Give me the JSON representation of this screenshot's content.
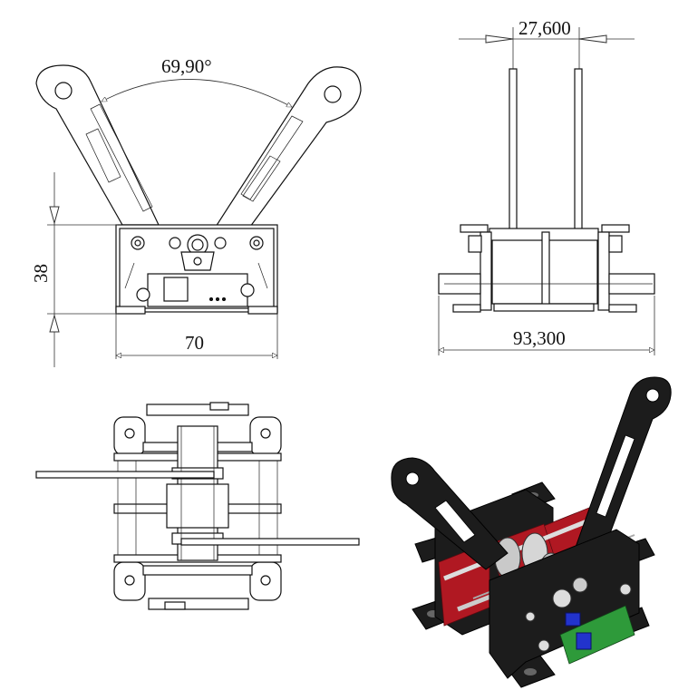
{
  "views": {
    "front": {
      "angle_label": "69,90°",
      "height_label": "38",
      "width_label": "70"
    },
    "side": {
      "gap_label": "27,600",
      "width_label": "93,300"
    },
    "top": {},
    "isometric": {
      "colors": {
        "body": "#1c1c1c",
        "spring": "#b01822",
        "board": "#2e9a3a",
        "knob": "#2233cc"
      }
    }
  }
}
